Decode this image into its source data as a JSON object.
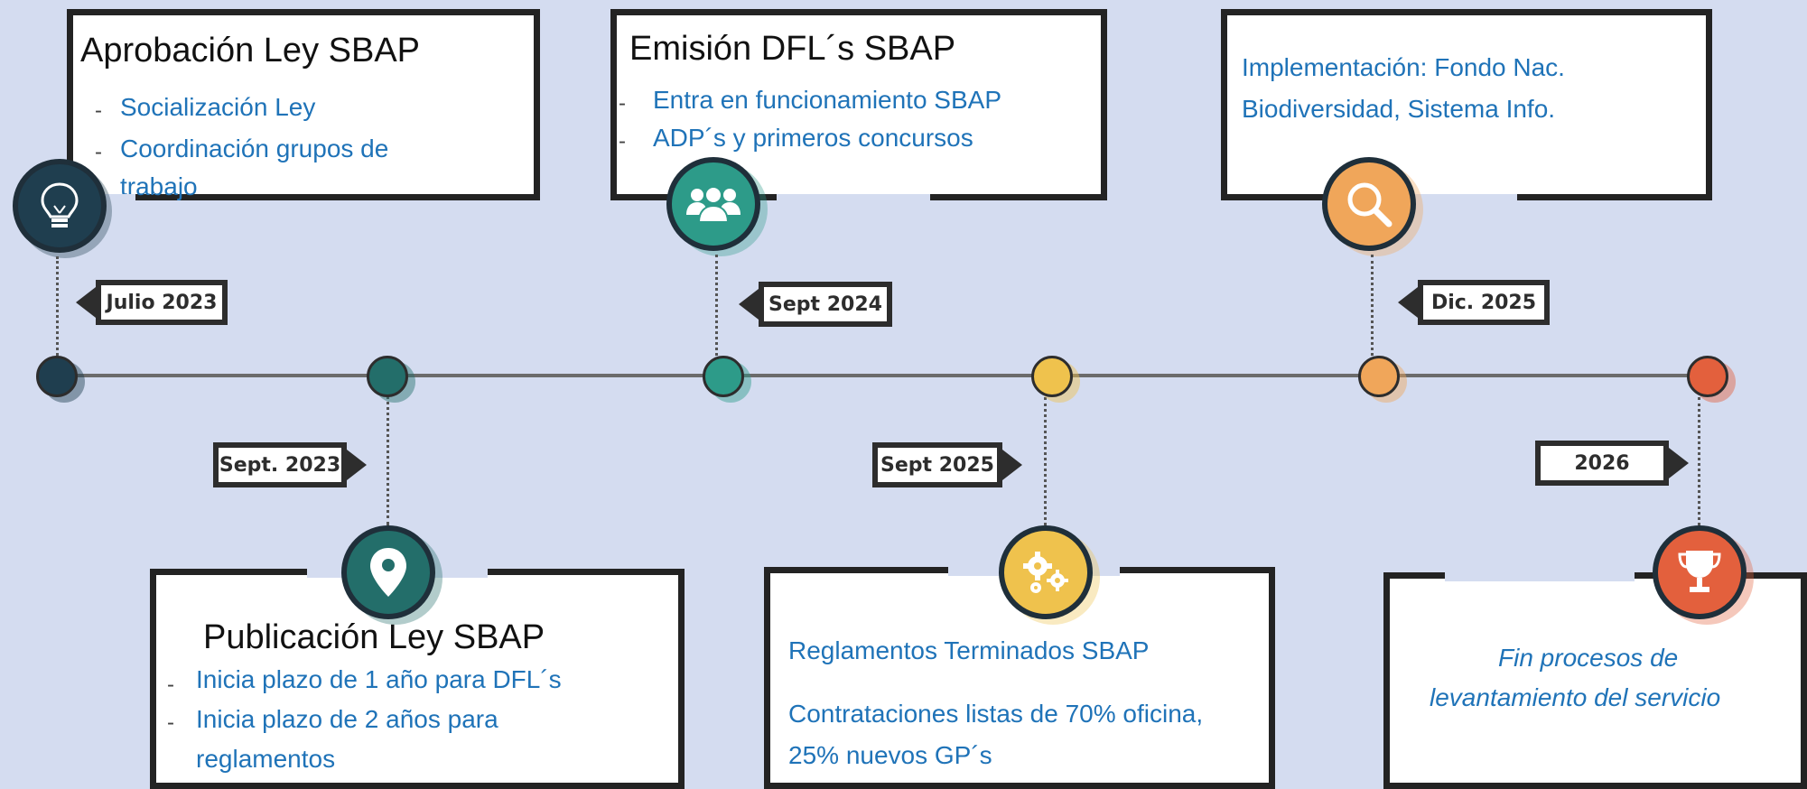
{
  "colors": {
    "background": "#d4dcf0",
    "milestone_1": "#1f3e4f",
    "milestone_2": "#236e6a",
    "milestone_3": "#2d9b89",
    "milestone_4": "#efc24d",
    "milestone_5": "#f0a65a",
    "milestone_6": "#e3603d",
    "text_blue": "#1f73b8"
  },
  "milestones": [
    {
      "date": "Julio 2023",
      "icon": "lightbulb-icon",
      "title": "Aprobación Ley SBAP",
      "items": [
        "Socialización Ley",
        "Coordinación grupos de",
        "trabajo"
      ]
    },
    {
      "date": "Sept. 2023",
      "icon": "map-pin-icon",
      "title": "Publicación Ley SBAP",
      "items": [
        "Inicia plazo de 1 año para DFL´s",
        "Inicia plazo de 2 años para",
        "reglamentos"
      ]
    },
    {
      "date": "Sept 2024",
      "icon": "people-group-icon",
      "title": "Emisión DFL´s SBAP",
      "items": [
        "Entra en funcionamiento  SBAP",
        "ADP´s y primeros concursos"
      ]
    },
    {
      "date": "Sept 2025",
      "icon": "gears-icon",
      "title": "",
      "items": [
        "Reglamentos Terminados SBAP",
        "Contrataciones listas de 70% oficina,",
        "25% nuevos GP´s"
      ]
    },
    {
      "date": "Dic. 2025",
      "icon": "magnifier-icon",
      "title": "",
      "items": [
        "Implementación: Fondo Nac.",
        "Biodiversidad, Sistema Info."
      ]
    },
    {
      "date": "2026",
      "icon": "trophy-icon",
      "title": "",
      "items": [
        "Fin procesos de",
        "levantamiento del servicio"
      ]
    }
  ]
}
